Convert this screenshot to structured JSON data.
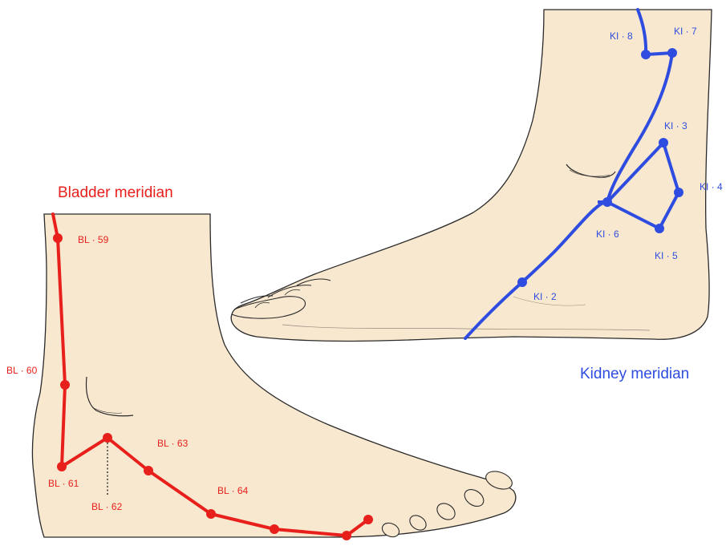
{
  "colors": {
    "skin": "#f8e8cf",
    "outline": "#2a2a2a",
    "bladder": "#e8201c",
    "kidney": "#2e4de0",
    "background": "#ffffff"
  },
  "bladder": {
    "title": "Bladder meridian",
    "points": {
      "bl59": "BL · 59",
      "bl60": "BL · 60",
      "bl61": "BL · 61",
      "bl62": "BL · 62",
      "bl63": "BL · 63",
      "bl64": "BL · 64"
    }
  },
  "kidney": {
    "title": "Kidney meridian",
    "points": {
      "ki2": "KI · 2",
      "ki3": "KI · 3",
      "ki4": "KI · 4",
      "ki5": "KI · 5",
      "ki6": "KI · 6",
      "ki7": "KI · 7",
      "ki8": "KI · 8"
    }
  }
}
